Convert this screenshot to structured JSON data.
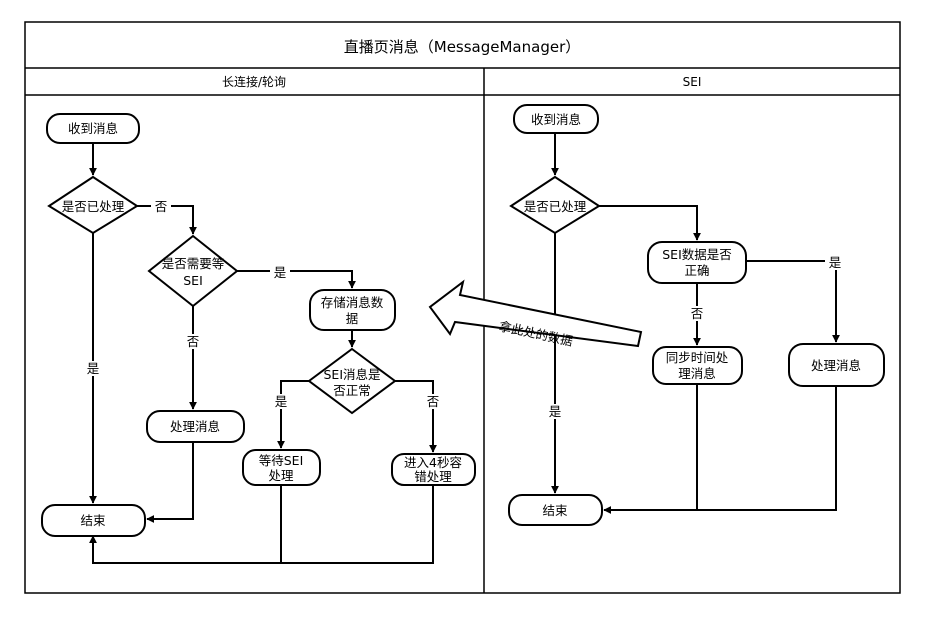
{
  "title": "直播页消息（MessageManager）",
  "lanes": {
    "left": "长连接/轮询",
    "right": "SEI"
  },
  "left": {
    "receive": "收到消息",
    "processed_q": "是否已处理",
    "need_sei_q": [
      "是否需要等",
      "SEI"
    ],
    "store": [
      "存储消息数",
      "据"
    ],
    "sei_ok_q": [
      "SEI消息是",
      "否正常"
    ],
    "handle": "处理消息",
    "wait_sei": [
      "等待SEI",
      "处理"
    ],
    "fallback": [
      "进入4秒容",
      "错处理"
    ],
    "end": "结束",
    "labels": {
      "no_1": "否",
      "yes_1": "是",
      "yes_2": "是",
      "no_2": "否",
      "yes_3": "是",
      "no_3": "否"
    }
  },
  "right": {
    "receive": "收到消息",
    "processed_q": "是否已处理",
    "sei_q": [
      "SEI数据是否",
      "正确"
    ],
    "sync": [
      "同步时间处",
      "理消息"
    ],
    "handle": "处理消息",
    "end": "结束",
    "labels": {
      "yes_1": "是",
      "no_1": "否",
      "yes_2": "是"
    }
  },
  "cross_arrow_label": "拿此处的数据"
}
